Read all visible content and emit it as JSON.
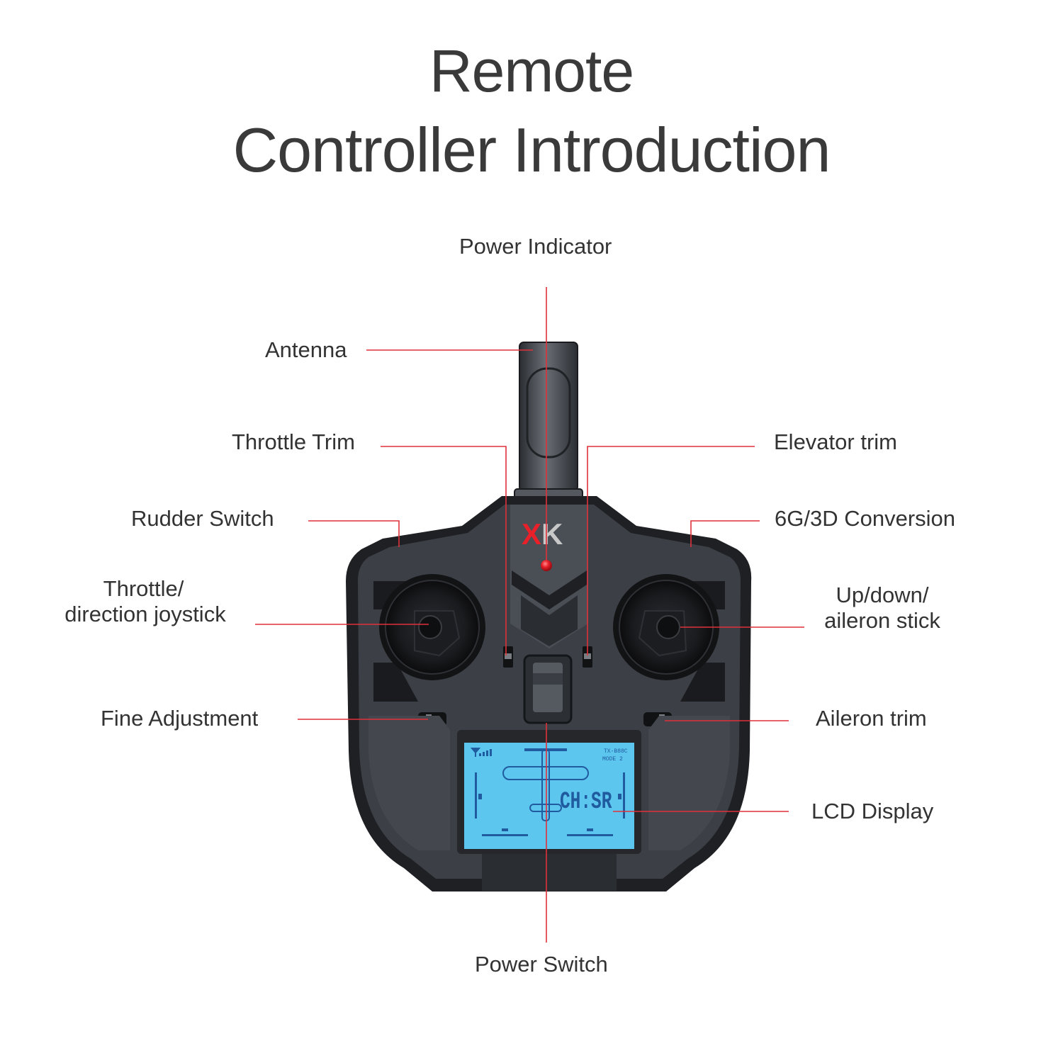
{
  "title": {
    "line1": "Remote",
    "line2": "Controller Introduction"
  },
  "brand": {
    "logo_text": "XK",
    "logo_colors": {
      "x": "#e8202a",
      "k": "#c8c8c8"
    }
  },
  "labels": {
    "power_indicator": "Power Indicator",
    "antenna": "Antenna",
    "throttle_trim": "Throttle Trim",
    "elevator_trim": "Elevator trim",
    "rudder_switch": "Rudder Switch",
    "g3d_conversion": "6G/3D Conversion",
    "throttle_joystick_l1": "Throttle/",
    "throttle_joystick_l2": "direction joystick",
    "aileron_stick_l1": "Up/down/",
    "aileron_stick_l2": "aileron stick",
    "fine_adjustment": "Fine Adjustment",
    "aileron_trim": "Aileron trim",
    "lcd_display": "LCD Display",
    "power_switch": "Power Switch"
  },
  "lcd": {
    "model": "TX-B88C",
    "mode": "MODE 2",
    "channel_text": "CH:SR",
    "background_color": "#5cc6ef"
  },
  "colors": {
    "leader_line": "#e0313a",
    "body": "#3c4046",
    "body_dark": "#1e2024"
  }
}
